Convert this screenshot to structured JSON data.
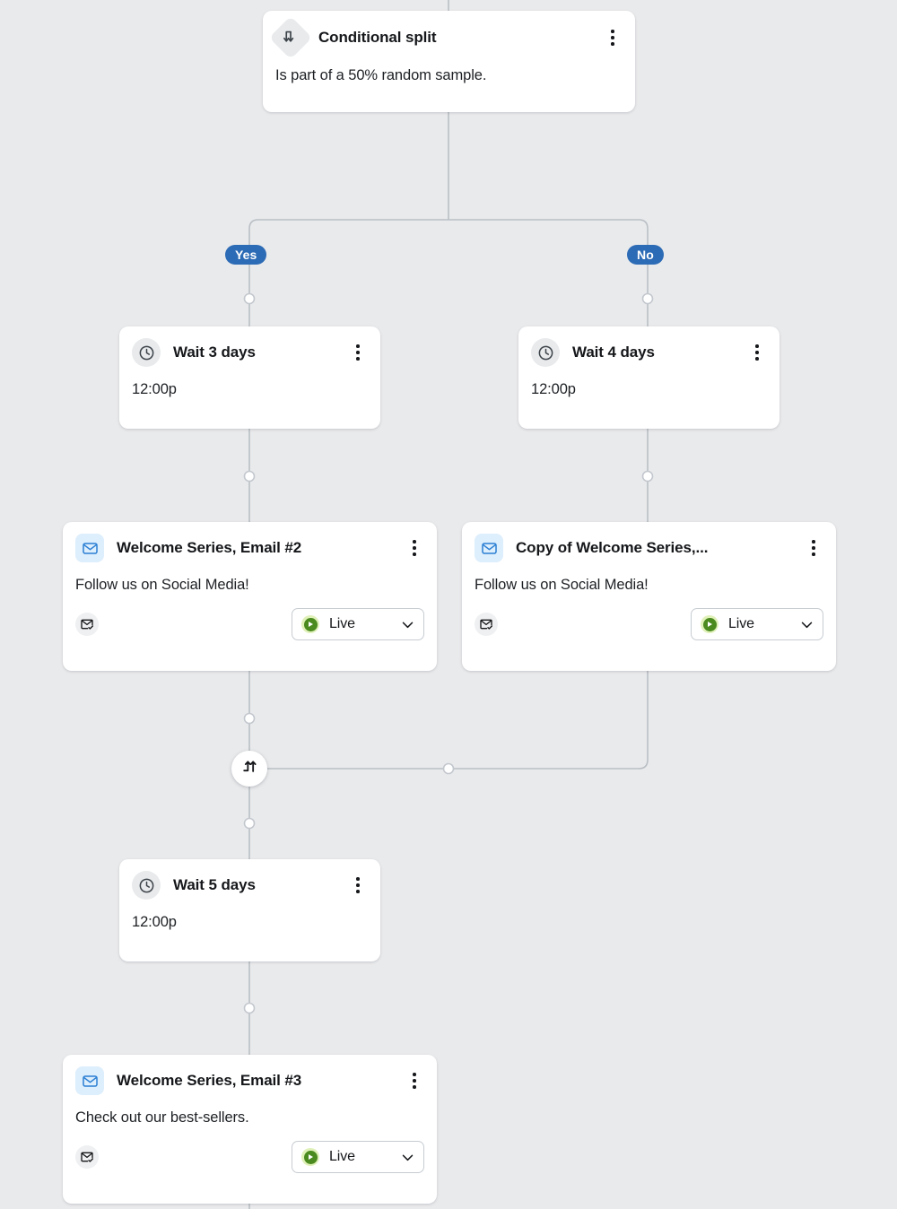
{
  "canvas": {
    "background": "#e9eaec",
    "wire_color": "#b9bfc5",
    "accent_blue": "#2c6bb5",
    "status_green": "#4a8a1f",
    "email_icon_blue": "#2b7fd4"
  },
  "nodes": {
    "conditional_split": {
      "icon": "split-arrows-icon",
      "title": "Conditional split",
      "description": "Is part of a 50% random sample.",
      "menu": "more-options-icon"
    },
    "wait_left": {
      "icon": "clock-icon",
      "title": "Wait 3 days",
      "description": "12:00p",
      "menu": "more-options-icon"
    },
    "wait_right": {
      "icon": "clock-icon",
      "title": "Wait 4 days",
      "description": "12:00p",
      "menu": "more-options-icon"
    },
    "email_left": {
      "icon": "envelope-icon",
      "title": "Welcome Series, Email #2",
      "description": "Follow us on Social Media!",
      "footer_icon": "envelope-check-icon",
      "status": "Live",
      "status_icon": "play-circle-icon",
      "chevron": "chevron-down-icon",
      "menu": "more-options-icon"
    },
    "email_right": {
      "icon": "envelope-icon",
      "title": "Copy of Welcome Series,...",
      "description": "Follow us on Social Media!",
      "footer_icon": "envelope-check-icon",
      "status": "Live",
      "status_icon": "play-circle-icon",
      "chevron": "chevron-down-icon",
      "menu": "more-options-icon"
    },
    "wait_bottom": {
      "icon": "clock-icon",
      "title": "Wait 5 days",
      "description": "12:00p",
      "menu": "more-options-icon"
    },
    "email_bottom": {
      "icon": "envelope-icon",
      "title": "Welcome Series, Email #3",
      "description": "Check out our best-sellers.",
      "footer_icon": "envelope-check-icon",
      "status": "Live",
      "status_icon": "play-circle-icon",
      "chevron": "chevron-down-icon",
      "menu": "more-options-icon"
    },
    "merge": {
      "icon": "merge-paths-icon"
    }
  },
  "branch_labels": {
    "yes": "Yes",
    "no": "No"
  }
}
